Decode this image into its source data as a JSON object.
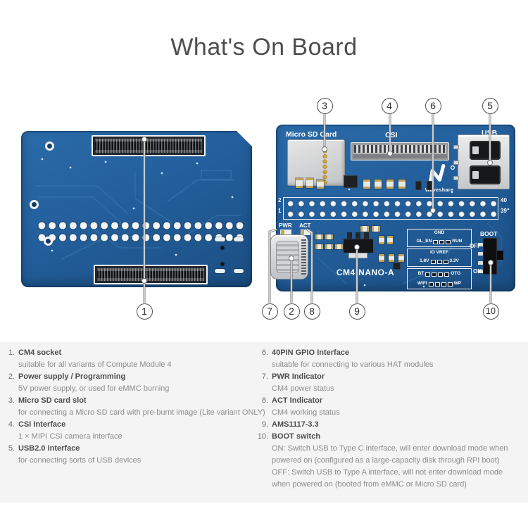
{
  "page": {
    "title": "What's On Board"
  },
  "colors": {
    "pcb_blue": "#2263a0",
    "legend_bg": "#f4f4f4",
    "title_gray": "#4e4e4e",
    "silkscreen": "#ffffff"
  },
  "board": {
    "model": "CM4-NANO-A",
    "brand": "Waveshare",
    "silkscreen": {
      "micro_sd": "Micro SD Card",
      "csi": "CSI",
      "usb": "USB",
      "pwr": "PWR",
      "act": "ACT",
      "boot": "BOOT",
      "off": "OFF",
      "on": "ON",
      "pin2": "2",
      "pin1": "1",
      "pin40": "40",
      "pin39": "39",
      "gnd": "GND",
      "gl_en": "GL_EN",
      "run": "RUN",
      "io_vref": "IO VREF",
      "v18": "1.8V",
      "v33": "3.3V",
      "bt": "BT",
      "otg": "OTG",
      "wifi": "WIFI",
      "wp": "WP"
    }
  },
  "callouts": {
    "c1": "1",
    "c2": "2",
    "c3": "3",
    "c4": "4",
    "c5": "5",
    "c6": "6",
    "c7": "7",
    "c8": "8",
    "c9": "9",
    "c10": "10"
  },
  "legend": {
    "left": [
      {
        "num": "1.",
        "title": "CM4 socket",
        "desc": [
          "suitable for all variants of Compute Module 4"
        ]
      },
      {
        "num": "2.",
        "title": "Power supply / Programming",
        "desc": [
          "5V power supply, or used for eMMC burning"
        ]
      },
      {
        "num": "3.",
        "title": "Micro SD card slot",
        "desc": [
          "for connecting a Micro SD card with pre-burnt image (Lite variant ONLY)"
        ]
      },
      {
        "num": "4.",
        "title": "CSI Interface",
        "desc": [
          "1 × MIPI CSI camera interface"
        ]
      },
      {
        "num": "5.",
        "title": "USB2.0 Interface",
        "desc": [
          "for connecting sorts of USB devices"
        ]
      }
    ],
    "right": [
      {
        "num": "6.",
        "title": "40PIN GPIO Interface",
        "desc": [
          "suitable for connecting to various HAT modules"
        ]
      },
      {
        "num": "7.",
        "title": "PWR Indicator",
        "desc": [
          "CM4 power status"
        ]
      },
      {
        "num": "8.",
        "title": "ACT Indicator",
        "desc": [
          "CM4 working status"
        ]
      },
      {
        "num": "9.",
        "title": "AMS1117-3.3",
        "desc": []
      },
      {
        "num": "10.",
        "title": "BOOT switch",
        "desc": [
          "ON: Switch USB to Type C interface, will enter download mode when",
          "powered on (configured as a large-capacity disk through RPI boot)",
          "OFF: Switch USB to Type A interface, will not enter download mode",
          "when powered on (booted from eMMC or Micro SD card)"
        ]
      }
    ]
  }
}
